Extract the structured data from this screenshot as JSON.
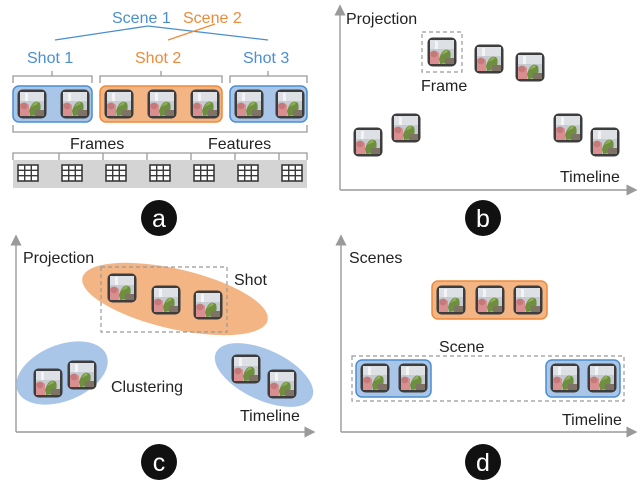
{
  "colors": {
    "blue": "#4a8ed0",
    "orange": "#ef8a3a",
    "blue_fill": "#a9c5e8",
    "orange_fill": "#f4b584",
    "axis": "#9a9a9a",
    "badge": "#111111",
    "feature_bar": "#d4d4d4"
  },
  "panel_a": {
    "scene_1": "Scene 1",
    "scene_2": "Scene 2",
    "shot_1": "Shot 1",
    "shot_2": "Shot 2",
    "shot_3": "Shot 3",
    "frames_label": "Frames",
    "features_label": "Features",
    "badge": "a"
  },
  "panel_b": {
    "y_axis_label": "Projection",
    "x_axis_label": "Timeline",
    "frame_label": "Frame",
    "badge": "b"
  },
  "panel_c": {
    "y_axis_label": "Projection",
    "x_axis_label": "Timeline",
    "shot_label": "Shot",
    "clustering_label": "Clustering",
    "badge": "c"
  },
  "panel_d": {
    "y_axis_label": "Scenes",
    "x_axis_label": "Timeline",
    "scene_label": "Scene",
    "badge": "d"
  }
}
